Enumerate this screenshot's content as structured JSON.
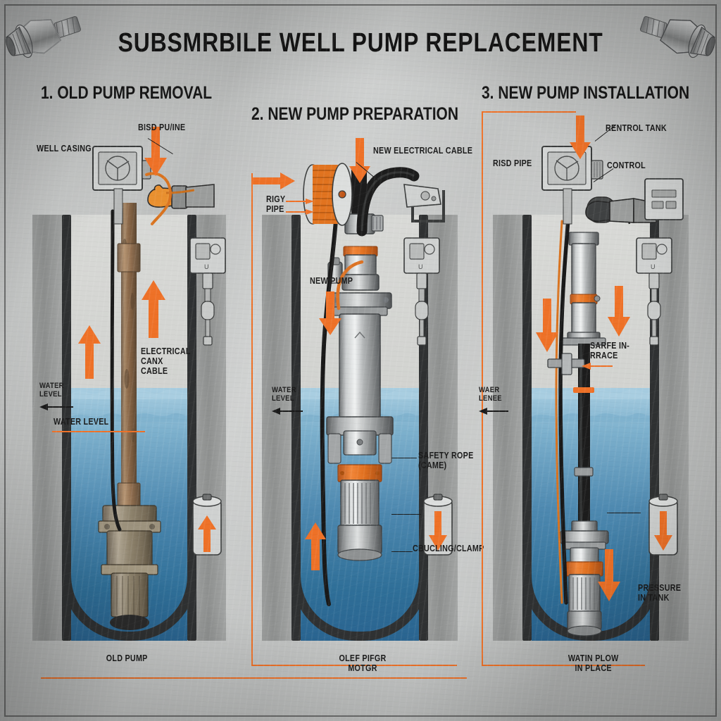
{
  "poster": {
    "title": "SUBSMRBILE WELL PUMP REPLACEMENT",
    "accent_color": "#ee7127",
    "background_color": "#bfc1c0",
    "text_color": "#161616",
    "water_color_top": "#a9cee1",
    "water_color_bottom": "#2a6490",
    "casing_color": "#2f3132"
  },
  "corner_art": {
    "top_left": "bolt-socket-illustration",
    "top_right": "bolt-socket-illustration"
  },
  "panels": [
    {
      "number": "1.",
      "heading": "1. OLD PUMP REMOVAL",
      "labels": {
        "well_casing": "WELL CASING",
        "riser_pipe": "BISD PU/INE",
        "electrical_cable": "ELECTRICAL\nCANX\nCABLE",
        "water_level_side": "WATER\nLEVEL",
        "water_level_bottom": "WATER LEVEL",
        "caption": "OLD PUMP"
      },
      "arrows": [
        {
          "name": "pull-up-arrow-left",
          "direction": "up"
        },
        {
          "name": "pull-up-arrow-right",
          "direction": "up"
        },
        {
          "name": "top-down-arrow",
          "direction": "down"
        },
        {
          "name": "tank-up-arrow",
          "direction": "up"
        }
      ]
    },
    {
      "number": "2.",
      "heading": "2. NEW PUMP PREPARATION",
      "labels": {
        "riser_pipe": "RIGY\nPIPE",
        "new_electrical_cable": "NEW ELECTRICAL CABLE",
        "new_pump": "NEW PUMP",
        "water_level_side": "WATER\nLEVEL",
        "safety_rope": "SAFETY ROPE\n(CAME)",
        "coupling_clamp": "CBUCLING/CLAMP",
        "caption": "OLEF PIFGR\nMOTGR"
      },
      "arrows": [
        {
          "name": "cable-reel-arrow",
          "direction": "right"
        },
        {
          "name": "new-cable-down-arrow",
          "direction": "down"
        },
        {
          "name": "new-pump-down-arrow",
          "direction": "down"
        },
        {
          "name": "lower-up-arrow",
          "direction": "up"
        },
        {
          "name": "tank-down-arrow",
          "direction": "down"
        }
      ]
    },
    {
      "number": "3.",
      "heading": "3. NEW PUMP INSTALLATION",
      "labels": {
        "riser_pipe": "RISD PIPE",
        "pressure_tank": "RENTROL TANK",
        "control_box": "CONTROL",
        "water_level_side": "WAER\nLENEE",
        "safety_brace": "SARFE IN-\nRRACE",
        "pressure_tank_bottom": "PRESSURE\nIN TANK",
        "caption": "WATIN PLOW\nIN PLACE"
      },
      "arrows": [
        {
          "name": "install-down-arrow-top",
          "direction": "down"
        },
        {
          "name": "install-down-arrow-left",
          "direction": "down"
        },
        {
          "name": "install-down-arrow-right",
          "direction": "down"
        },
        {
          "name": "install-down-arrow-bottom",
          "direction": "down"
        },
        {
          "name": "tank-down-arrow",
          "direction": "down"
        }
      ]
    }
  ]
}
